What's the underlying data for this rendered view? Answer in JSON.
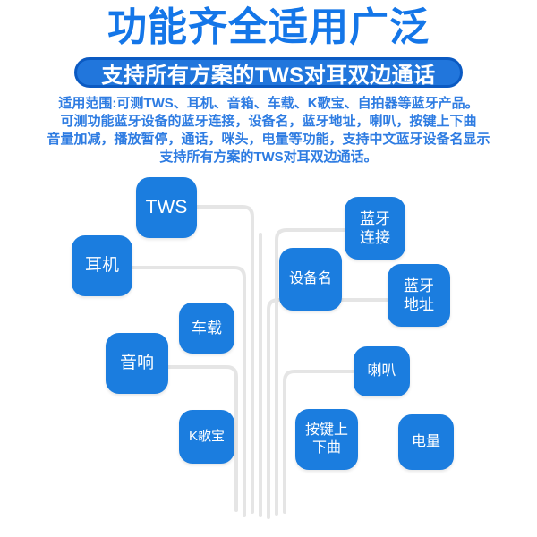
{
  "page": {
    "title": "功能齐全适用广泛",
    "banner": "支持所有方案的TWS对耳双边通话",
    "description_lines": [
      "适用范围:可测TWS、耳机、音箱、车载、K歌宝、自拍器等蓝牙产品。",
      "可测功能蓝牙设备的蓝牙连接，设备名，蓝牙地址，喇叭，按键上下曲",
      "音量加减，播放暂停，通话，咪头，电量等功能，支持中文蓝牙设备名显示",
      "支持所有方案的TWS对耳双边通话。"
    ],
    "colors": {
      "title_blue": "#1476e8",
      "banner_fill": "#2176dc",
      "banner_border": "#0b5ac2",
      "paragraph_blue": "#2e7ce2",
      "node_blue": "#1b7ddf",
      "connector_gray": "#e5e5e5"
    }
  },
  "diagram": {
    "nodes": [
      {
        "id": "tws",
        "label": "TWS"
      },
      {
        "id": "earphone",
        "label": "耳机"
      },
      {
        "id": "car",
        "label": "车载"
      },
      {
        "id": "speaker",
        "label": "音响"
      },
      {
        "id": "karaoke",
        "label": "K歌宝"
      },
      {
        "id": "device-name",
        "label": "设备名"
      },
      {
        "id": "bt-connect",
        "label": "蓝牙\n连接"
      },
      {
        "id": "bt-address",
        "label": "蓝牙\n地址"
      },
      {
        "id": "horn",
        "label": "喇叭"
      },
      {
        "id": "key-track",
        "label": "按键上\n下曲"
      },
      {
        "id": "battery",
        "label": "电量"
      }
    ]
  }
}
